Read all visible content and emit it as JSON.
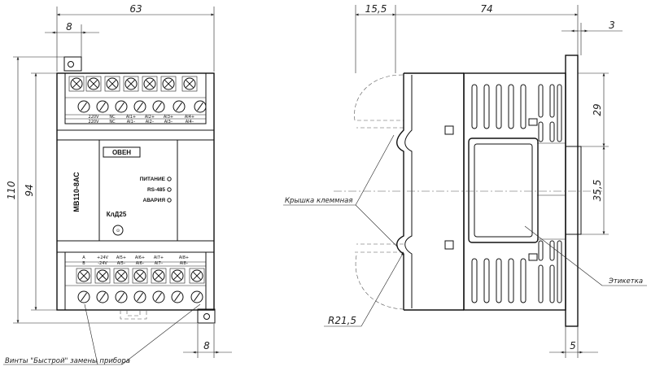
{
  "dimensions": {
    "front_width": "63",
    "front_small_top": "8",
    "front_small_bottom": "8",
    "front_total_height": "110",
    "front_inner_height": "94",
    "side_offset": "15,5",
    "side_depth": "74",
    "side_rail": "3",
    "side_29": "29",
    "side_35": "35,5",
    "side_5": "5",
    "radius": "R21,5"
  },
  "labels": {
    "terminal_cover": "Крышка клеммная",
    "sticker": "Этикетка",
    "screws": "Винты \"Быстрой\" замены прибора"
  },
  "device": {
    "model": "МВ110-8АС",
    "logo": "ОВЕН",
    "klass": "КлД25",
    "ind_power": "ПИТАНИЕ",
    "ind_rs": "RS-485",
    "ind_alarm": "АВАРИЯ",
    "top_row1": [
      "220V",
      "NC",
      "AI1+",
      "AI2+",
      "AI3+",
      "AI4+"
    ],
    "top_row2": [
      "220V",
      "NC",
      "AI1–",
      "AI2–",
      "AI3–",
      "AI4–"
    ],
    "bot_row1": [
      "A",
      "+24V",
      "AI5+",
      "AI6+",
      "AI7+",
      "AI8+"
    ],
    "bot_row2": [
      "B",
      "-24V",
      "AI5–",
      "AI6–",
      "AI7–",
      "AI8–"
    ]
  }
}
